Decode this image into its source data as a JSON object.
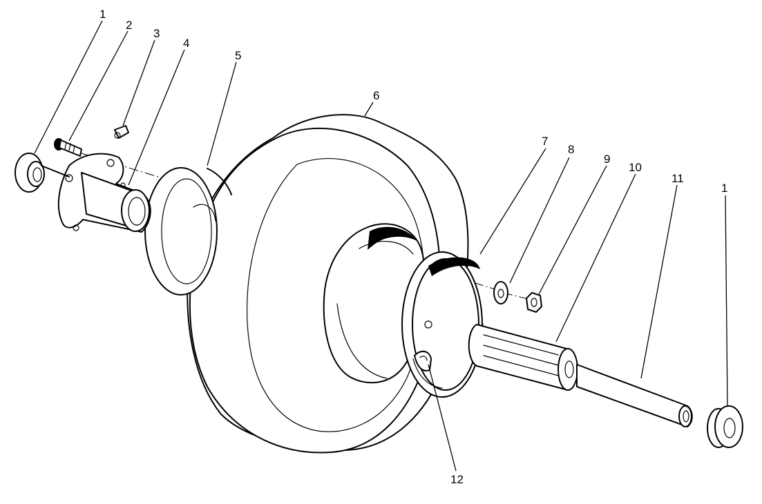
{
  "callouts": {
    "c1a": "1",
    "c2": "2",
    "c3": "3",
    "c4": "4",
    "c5": "5",
    "c6": "6",
    "c7": "7",
    "c8": "8",
    "c9": "9",
    "c10": "10",
    "c11": "11",
    "c1b": "1",
    "c12": "12"
  },
  "parts": [
    {
      "callout": "1",
      "icon": "flange-bushing-icon"
    },
    {
      "callout": "2",
      "icon": "bolt-icon"
    },
    {
      "callout": "3",
      "icon": "grease-fitting-icon"
    },
    {
      "callout": "4",
      "icon": "wheel-hub-icon"
    },
    {
      "callout": "5",
      "icon": "rim-half-icon"
    },
    {
      "callout": "6",
      "icon": "tire-icon"
    },
    {
      "callout": "7",
      "icon": "rim-half-icon"
    },
    {
      "callout": "8",
      "icon": "washer-icon"
    },
    {
      "callout": "9",
      "icon": "nut-icon"
    },
    {
      "callout": "10",
      "icon": "bearing-spacer-icon"
    },
    {
      "callout": "11",
      "icon": "axle-tube-icon"
    },
    {
      "callout": "12",
      "icon": "valve-stem-icon"
    }
  ]
}
